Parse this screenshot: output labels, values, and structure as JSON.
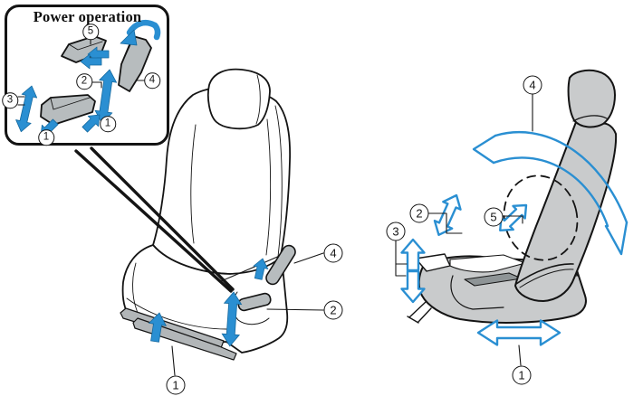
{
  "callout": {
    "title": "Power operation"
  },
  "labels": {
    "callout": {
      "n1a": "1",
      "n1b": "1",
      "n2": "2",
      "n3": "3",
      "n4": "4",
      "n5": "5"
    },
    "front_seat": {
      "n1": "1",
      "n2": "2",
      "n4": "4"
    },
    "side_seat": {
      "n1": "1",
      "n2": "2",
      "n3": "3",
      "n4": "4",
      "n5": "5"
    }
  },
  "colors": {
    "arrow_blue": "#2a8fd2",
    "seat_gray": "#c9cbcc",
    "switch_gray": "#b7bcbe",
    "line_black": "#141414"
  }
}
